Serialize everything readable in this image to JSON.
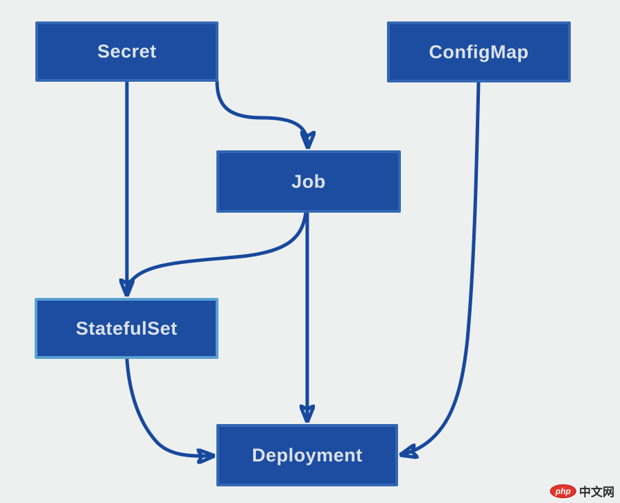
{
  "diagram": {
    "title": "kubernetes-resource-dependency-diagram",
    "colors": {
      "background": "#eef0f0",
      "node_fill": "#1c4da1",
      "node_border": "#3367b5",
      "statefulset_border": "#58a0d2",
      "arrow": "#17499d",
      "label_text": "#dde2ea"
    },
    "nodes": {
      "secret": {
        "label": "Secret"
      },
      "configmap": {
        "label": "ConfigMap"
      },
      "job": {
        "label": "Job"
      },
      "statefulset": {
        "label": "StatefulSet"
      },
      "deployment": {
        "label": "Deployment"
      }
    },
    "edges": [
      {
        "from": "Secret",
        "to": "StatefulSet"
      },
      {
        "from": "Secret",
        "to": "Job"
      },
      {
        "from": "Job",
        "to": "StatefulSet"
      },
      {
        "from": "Job",
        "to": "Deployment"
      },
      {
        "from": "StatefulSet",
        "to": "Deployment"
      },
      {
        "from": "ConfigMap",
        "to": "Deployment"
      }
    ]
  },
  "watermark": {
    "badge": "php",
    "text": "中文网",
    "badge_color": "#e2352b"
  }
}
